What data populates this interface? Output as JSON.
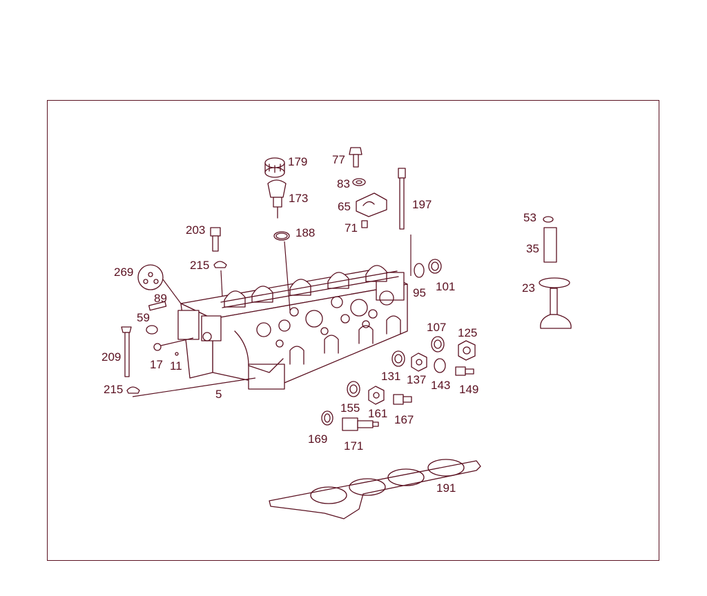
{
  "colors": {
    "line": "#5a1020",
    "background": "#ffffff"
  },
  "labels": {
    "p179": "179",
    "p77": "77",
    "p83": "83",
    "p173": "173",
    "p197": "197",
    "p65": "65",
    "p71": "71",
    "p203": "203",
    "p188": "188",
    "p53": "53",
    "p35": "35",
    "p269": "269",
    "p215a": "215",
    "p95": "95",
    "p101": "101",
    "p23": "23",
    "p89": "89",
    "p59": "59",
    "p107": "107",
    "p125": "125",
    "p209": "209",
    "p17": "17",
    "p11": "11",
    "p131": "131",
    "p137": "137",
    "p143": "143",
    "p149": "149",
    "p215b": "215",
    "p5": "5",
    "p155": "155",
    "p161": "161",
    "p167": "167",
    "p169": "169",
    "p171": "171",
    "p191": "191"
  }
}
